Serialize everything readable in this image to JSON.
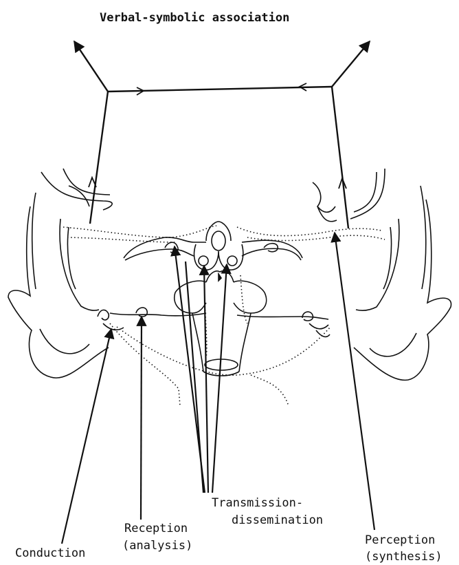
{
  "diagram": {
    "title": "Verbal-symbolic association",
    "labels": {
      "transmission_line1": "Transmission-",
      "transmission_line2": "dissemination",
      "reception_line1": "Reception",
      "reception_line2": "(analysis)",
      "conduction": "Conduction",
      "perception_line1": "Perception",
      "perception_line2": "(synthesis)"
    },
    "line_color": "#111111"
  }
}
